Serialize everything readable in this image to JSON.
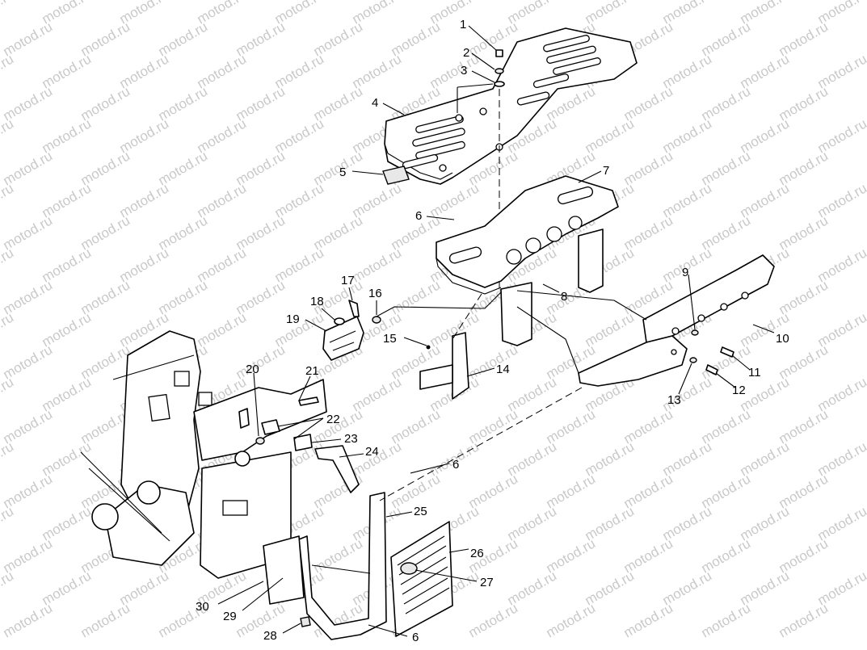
{
  "watermark": {
    "text": "motod.ru",
    "color": "#c9c9c9"
  },
  "callouts": [
    {
      "label": "1"
    },
    {
      "label": "2"
    },
    {
      "label": "3"
    },
    {
      "label": "4"
    },
    {
      "label": "5"
    },
    {
      "label": "6"
    },
    {
      "label": "7"
    },
    {
      "label": "8"
    },
    {
      "label": "9"
    },
    {
      "label": "10"
    },
    {
      "label": "11"
    },
    {
      "label": "12"
    },
    {
      "label": "13"
    },
    {
      "label": "14"
    },
    {
      "label": "15"
    },
    {
      "label": "16"
    },
    {
      "label": "17"
    },
    {
      "label": "18"
    },
    {
      "label": "19"
    },
    {
      "label": "20"
    },
    {
      "label": "21"
    },
    {
      "label": "22"
    },
    {
      "label": "23"
    },
    {
      "label": "24"
    },
    {
      "label": "6"
    },
    {
      "label": "25"
    },
    {
      "label": "26"
    },
    {
      "label": "27"
    },
    {
      "label": "28"
    },
    {
      "label": "29"
    },
    {
      "label": "30"
    },
    {
      "label": "6"
    }
  ]
}
